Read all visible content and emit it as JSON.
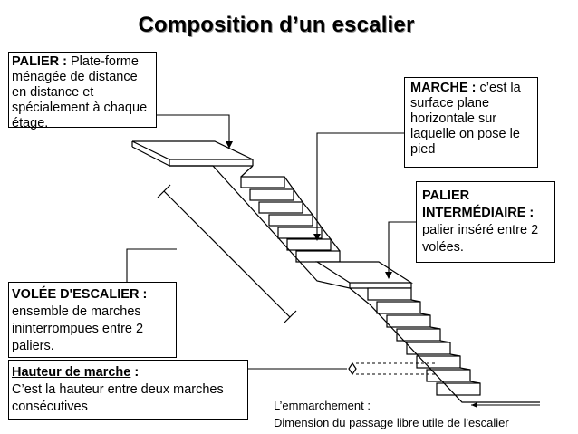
{
  "title": "Composition d’un escalier",
  "palier": {
    "label": "PALIER :",
    "text": "Plate-forme ménagée de distance en distance et spécialement à chaque étage."
  },
  "marche": {
    "label": "MARCHE :",
    "text": "c’est la surface plane horizontale sur laquelle on pose le pied"
  },
  "palier_intermediaire": {
    "label": "PALIER INTERMÉDIAIRE :",
    "text": "palier inséré entre 2 volées."
  },
  "volee": {
    "label": "VOLÉE D'ESCALIER :",
    "text": "ensemble de marches ininterrompues entre 2 paliers."
  },
  "hauteur": {
    "label": "Hauteur de marche",
    "colon": ":",
    "text": "C’est la hauteur entre deux marches consécutives"
  },
  "emmarchement": {
    "label": "L’emmarchement :",
    "text": "Dimension du passage libre utile de l'escalier"
  }
}
